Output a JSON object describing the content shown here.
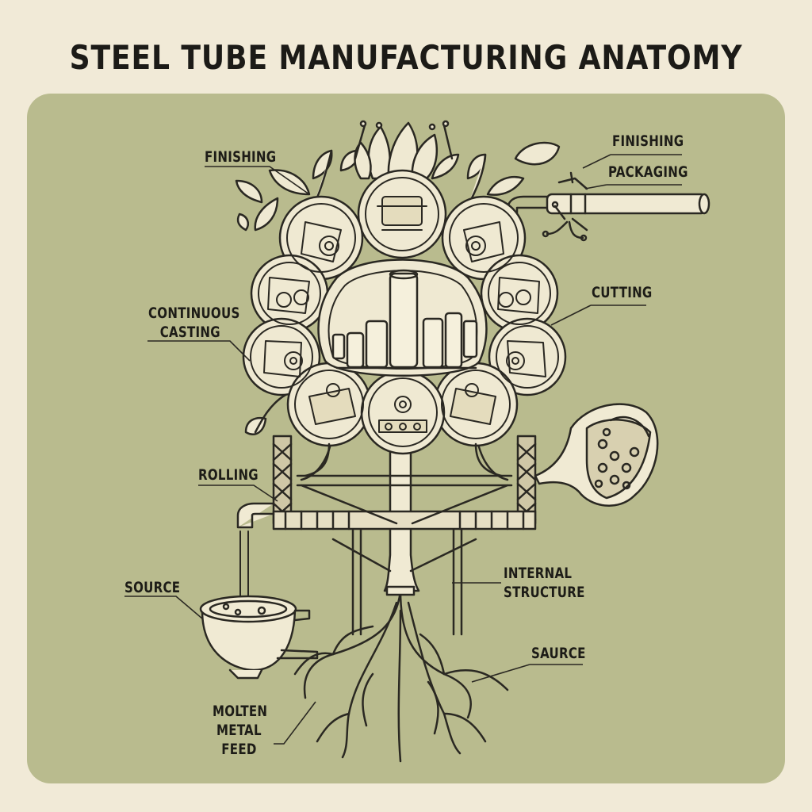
{
  "title": "STEEL TUBE MANUFACTURING ANATOMY",
  "labels": {
    "finishing_left": "FINISHING",
    "finishing_right": "FINISHING",
    "packaging": "PACKAGING",
    "continuous_casting_line1": "CONTINUOUS",
    "continuous_casting_line2": "CASTING",
    "cutting": "CUTTING",
    "rolling": "ROLLING",
    "source_left": "SOURCE",
    "internal_structure_line1": "INTERNAL",
    "internal_structure_line2": "STRUCTURE",
    "source_right": "SAURCE",
    "molten_line1": "MOLTEN",
    "molten_line2": "METAL",
    "molten_line3": "FEED"
  },
  "colors": {
    "background": "#f1ead7",
    "panel": "#b9bb8e",
    "line": "#2a2822",
    "fill": "#f0ead3"
  }
}
